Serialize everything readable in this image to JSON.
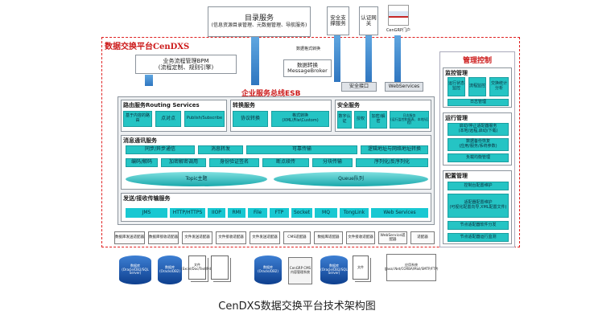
{
  "catalog": {
    "title": "目录服务",
    "desc": "(信息资源目录管理、元数据管理、导航服务)"
  },
  "security": {
    "support": "安全支撑服务",
    "auth": "认证网关",
    "cengrp_label": "CenGRP门户"
  },
  "platform": {
    "title": "数据交换平台CenDXS"
  },
  "bpm": {
    "title": "业务流程管理BPM",
    "desc": "(流程定制、规则引擎)"
  },
  "message": {
    "top_label": "数据格式转换",
    "title": "数据转换",
    "sub": "MessageBroker"
  },
  "esb": {
    "title": "企业服务总线ESB",
    "security_iface": "安全接口",
    "web_services": "WebServices"
  },
  "routing": {
    "title": "路由服务Routing Services",
    "items": [
      "基于内容的路由",
      "点对点",
      "Publish/Subscribe"
    ]
  },
  "transform": {
    "title": "转换服务",
    "items": [
      "协议转换",
      "格式转换\n(XML\\File\\Custom)"
    ]
  },
  "safety": {
    "title": "安全服务",
    "items": [
      "数字认证",
      "授权",
      "加密/解密",
      "日志服务\n(运行监控和报表、本地/远程)"
    ]
  },
  "messaging": {
    "title": "消息通讯服务",
    "row1": [
      "同步/异步通信",
      "消息转发",
      "可靠传输",
      "逻辑地址与网络地址转换"
    ],
    "row2": [
      "编码/解码",
      "加密解密调用",
      "身份验证签名",
      "断点续传",
      "分块传输",
      "序列化/反序列化"
    ],
    "topic": "Topic主题",
    "queue": "Queue队列"
  },
  "transport": {
    "title": "发送/接收传输服务",
    "items": [
      "JMS",
      "HTTP/HTTPS",
      "IIOP",
      "RMI",
      "File",
      "FTP",
      "Socket",
      "MQ",
      "TongLink",
      "Web Services"
    ]
  },
  "adapters": [
    "数据库发送适配器",
    "数据库接收适配器",
    "文件发送适配器",
    "文件接收适配器",
    "文件发送适配器",
    "CMS适配器",
    "数据库适配器",
    "文件接收适配器",
    "WebService适配器",
    "适配器"
  ],
  "resources": [
    "数据库\n(Oracle/DB2/SQL Server)",
    "数据库\n(Oracle/DB2)",
    "文件\n(Excel/Doc/Text/Pdf)",
    "数据库\n(Oracle/DB2)",
    "CenGRP CMS\n内容管理系统",
    "数据库\n(Oracle/DB2/SQL Server)",
    "文件",
    "应用系统\n(Java/.Net/CORBA/Mail/SMTP/FTP)"
  ],
  "mgmt": {
    "title": "管理控制",
    "monitor_title": "监控管理",
    "monitor_items": [
      "运行状态监控",
      "流程监控",
      "交换统计分析"
    ],
    "log_mgmt": "日志管理",
    "run_title": "运行管理",
    "run_items": [
      "启动/停止适配器服务\n(本地/远程,启动/下载)",
      "数据备份恢复\n(应用/服务/系统参数)",
      "负载均衡管理"
    ],
    "config_title": "配置管理",
    "config_items": [
      "控制台配置维护",
      "适配器配置维护\n(可视化配置向导,XML配置文件)",
      "节点适配器软件分发",
      "节点适配器运行监测"
    ]
  },
  "caption": "CenDXS数据交换平台技术架构图",
  "colors": {
    "teal": "#25c4c4",
    "arrow_blue": "#2f76c0",
    "platform_border": "#e02020",
    "mgmt_title": "#cc1a1a"
  }
}
